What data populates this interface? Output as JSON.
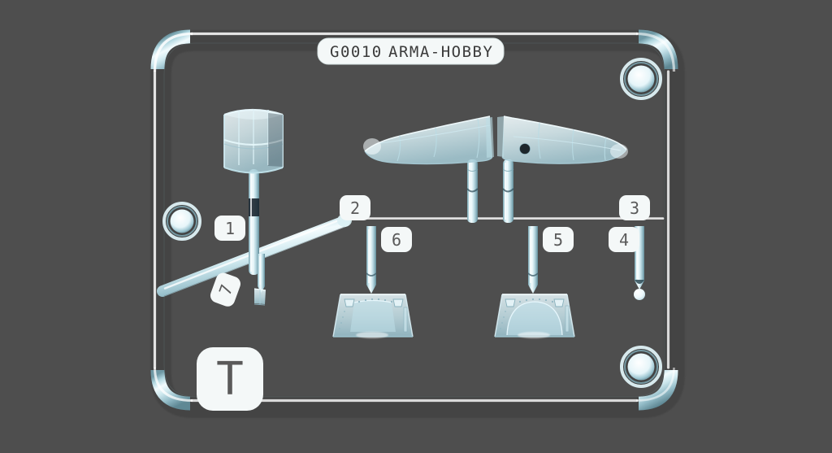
{
  "scene": {
    "kind": "model-kit-sprue-render",
    "background_color": "#4e4e4e",
    "sprue_color": "#cfe9ef",
    "sprue_edge_color": "#6fa6b4",
    "label_bg_color": "#f2f6f6",
    "label_text_color": "#5a5a5a"
  },
  "title_tag": {
    "code": "G0010",
    "brand": "ARMA-HOBBY"
  },
  "sprue_letter_tag": {
    "letter": "T"
  },
  "part_labels": [
    {
      "id": "1",
      "text": "1"
    },
    {
      "id": "2",
      "text": "2"
    },
    {
      "id": "3",
      "text": "3"
    },
    {
      "id": "4",
      "text": "4"
    },
    {
      "id": "5",
      "text": "5"
    },
    {
      "id": "6",
      "text": "6"
    },
    {
      "id": "7",
      "text": "7"
    }
  ],
  "parts": [
    {
      "name": "turret-glazing",
      "description": "faceted cylindrical clear turret canopy"
    },
    {
      "name": "wing-half-left",
      "description": "left clear wing tip half with panel lines"
    },
    {
      "name": "wing-half-right",
      "description": "right clear wing tip half with panel lines and port hole"
    },
    {
      "name": "canopy-front",
      "description": "clear front canopy with framing"
    },
    {
      "name": "canopy-rear",
      "description": "clear rear canopy with framing"
    },
    {
      "name": "small-block-part",
      "description": "small rectangular clear block"
    },
    {
      "name": "bead-part",
      "description": "small spherical clear bead"
    }
  ],
  "mount_rings": [
    {
      "name": "ring-top-right"
    },
    {
      "name": "ring-left-middle"
    },
    {
      "name": "ring-bottom-right"
    }
  ]
}
